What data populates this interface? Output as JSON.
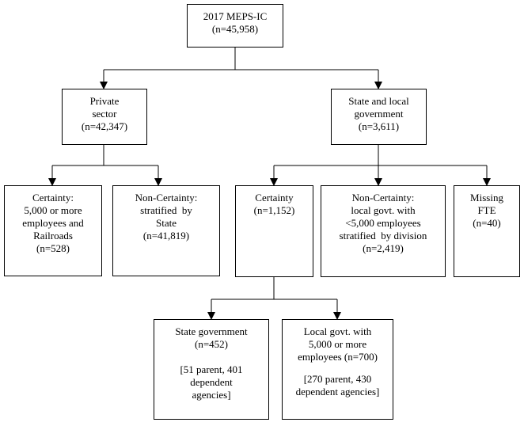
{
  "root": {
    "lines": [
      "2017 MEPS-IC",
      "(n=45,958)"
    ]
  },
  "private": {
    "lines": [
      "Private",
      "sector",
      "(n=42,347)"
    ]
  },
  "state_local": {
    "lines": [
      "State and local",
      "government",
      "(n=3,611)"
    ]
  },
  "private_certainty": {
    "lines": [
      "Certainty:",
      "5,000 or more",
      "employees and",
      "Railroads",
      "(n=528)"
    ]
  },
  "private_noncertainty": {
    "lines": [
      "Non-Certainty:",
      "stratified  by",
      "State",
      "(n=41,819)"
    ]
  },
  "sl_certainty": {
    "lines": [
      "Certainty",
      "(n=1,152)"
    ]
  },
  "sl_noncertainty": {
    "lines": [
      "Non-Certainty:",
      "local govt. with",
      "<5,000 employees",
      "stratified  by division",
      "(n=2,419)"
    ]
  },
  "missing_fte": {
    "lines": [
      "Missing",
      "FTE",
      "(n=40)"
    ]
  },
  "state_government": {
    "lines": [
      "State government",
      "(n=452)"
    ],
    "detail": [
      "[51 parent, 401",
      "dependent",
      "agencies]"
    ]
  },
  "local_govt": {
    "lines": [
      "Local govt. with",
      "5,000 or more",
      "employees (n=700)"
    ],
    "detail": [
      "[270 parent, 430",
      "dependent agencies]"
    ]
  }
}
